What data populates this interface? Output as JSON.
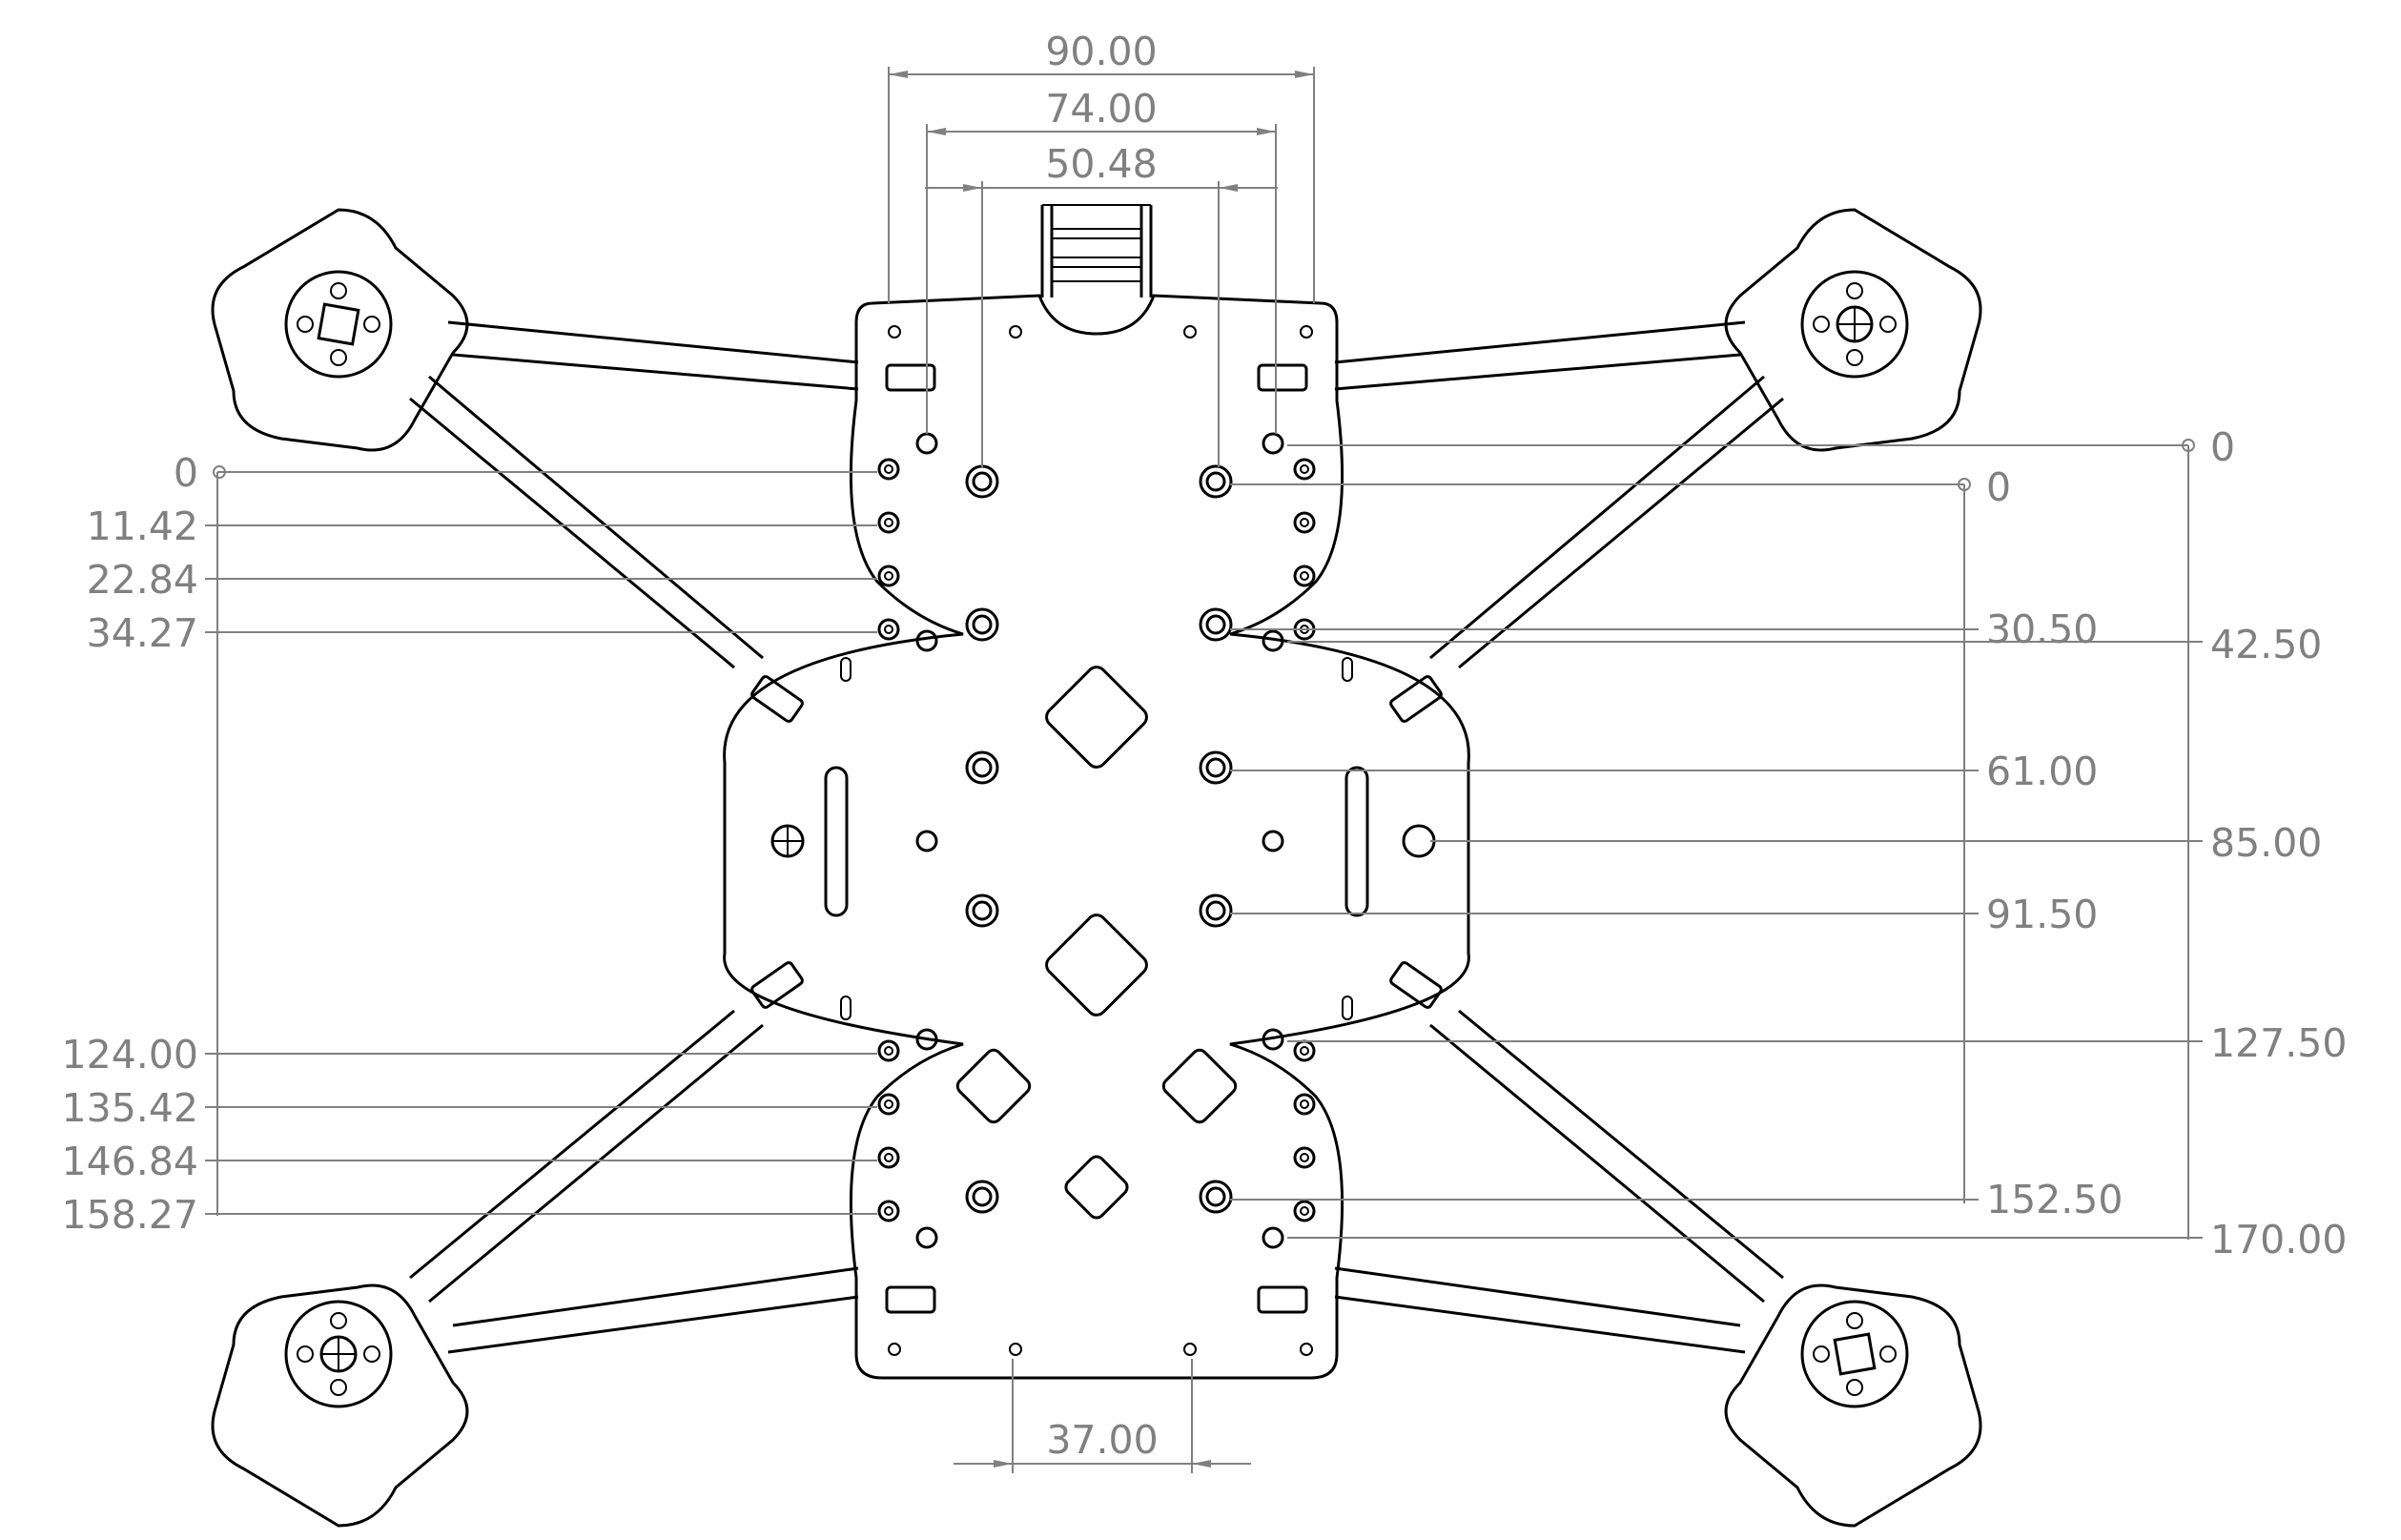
{
  "diagram": {
    "horizontal_dims": [
      "90.00",
      "74.00",
      "50.48",
      "37.00"
    ],
    "left_dims": [
      "0",
      "11.42",
      "22.84",
      "34.27",
      "124.00",
      "135.42",
      "146.84",
      "158.27"
    ],
    "mid_right_dims": [
      "0",
      "30.50",
      "61.00",
      "91.50",
      "152.50"
    ],
    "far_right_dims": [
      "0",
      "42.50",
      "85.00",
      "127.50",
      "170.00"
    ],
    "line_color": "#000000",
    "dimension_color": "#808080"
  }
}
